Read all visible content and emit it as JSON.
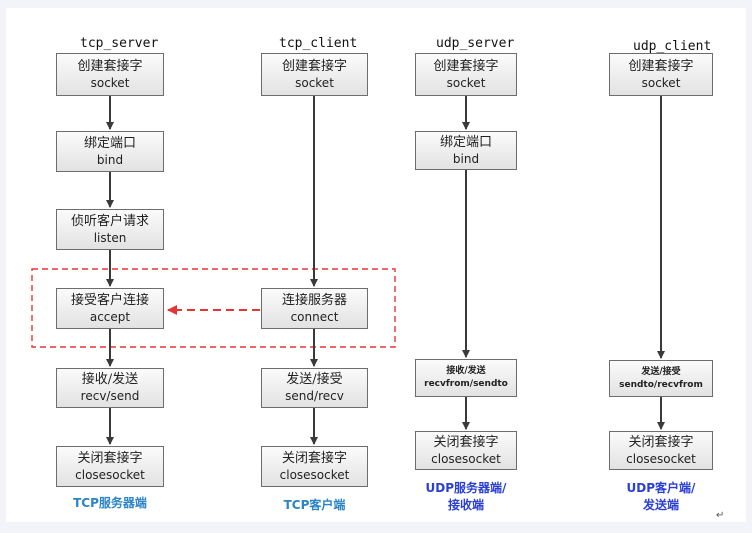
{
  "colors": {
    "caption_tcp": "#2a84c6",
    "caption_udp": "#2a3fd6",
    "dashed_highlight": "#e53535",
    "arrow": "#3a3a3a"
  },
  "headers": {
    "tcp_server": "tcp_server",
    "tcp_client": "tcp_client",
    "udp_server": "udp_server",
    "udp_client": "udp_client"
  },
  "tcp_server": {
    "create": {
      "zh": "创建套接字",
      "en": "socket"
    },
    "bind": {
      "zh": "绑定端口",
      "en": "bind"
    },
    "listen": {
      "zh": "侦听客户请求",
      "en": "listen"
    },
    "accept": {
      "zh": "接受客户连接",
      "en": "accept"
    },
    "io": {
      "zh": "接收/发送",
      "en": "recv/send"
    },
    "close": {
      "zh": "关闭套接字",
      "en": "closesocket"
    }
  },
  "tcp_client": {
    "create": {
      "zh": "创建套接字",
      "en": "socket"
    },
    "connect": {
      "zh": "连接服务器",
      "en": "connect"
    },
    "io": {
      "zh": "发送/接受",
      "en": "send/recv"
    },
    "close": {
      "zh": "关闭套接字",
      "en": "closesocket"
    }
  },
  "udp_server": {
    "create": {
      "zh": "创建套接字",
      "en": "socket"
    },
    "bind": {
      "zh": "绑定端口",
      "en": "bind"
    },
    "io": {
      "zh": "接收/发送",
      "en": "recvfrom/sendto"
    },
    "close": {
      "zh": "关闭套接字",
      "en": "closesocket"
    }
  },
  "udp_client": {
    "create": {
      "zh": "创建套接字",
      "en": "socket"
    },
    "io": {
      "zh": "发送/接受",
      "en": "sendto/recvfrom"
    },
    "close": {
      "zh": "关闭套接字",
      "en": "closesocket"
    }
  },
  "captions": {
    "tcp_server": "TCP服务器端",
    "tcp_client": "TCP客户端",
    "udp_server_line1": "UDP服务器端/",
    "udp_server_line2": "接收端",
    "udp_client_line1": "UDP客户端/",
    "udp_client_line2": "发送端"
  },
  "paragraph_mark": "↵"
}
